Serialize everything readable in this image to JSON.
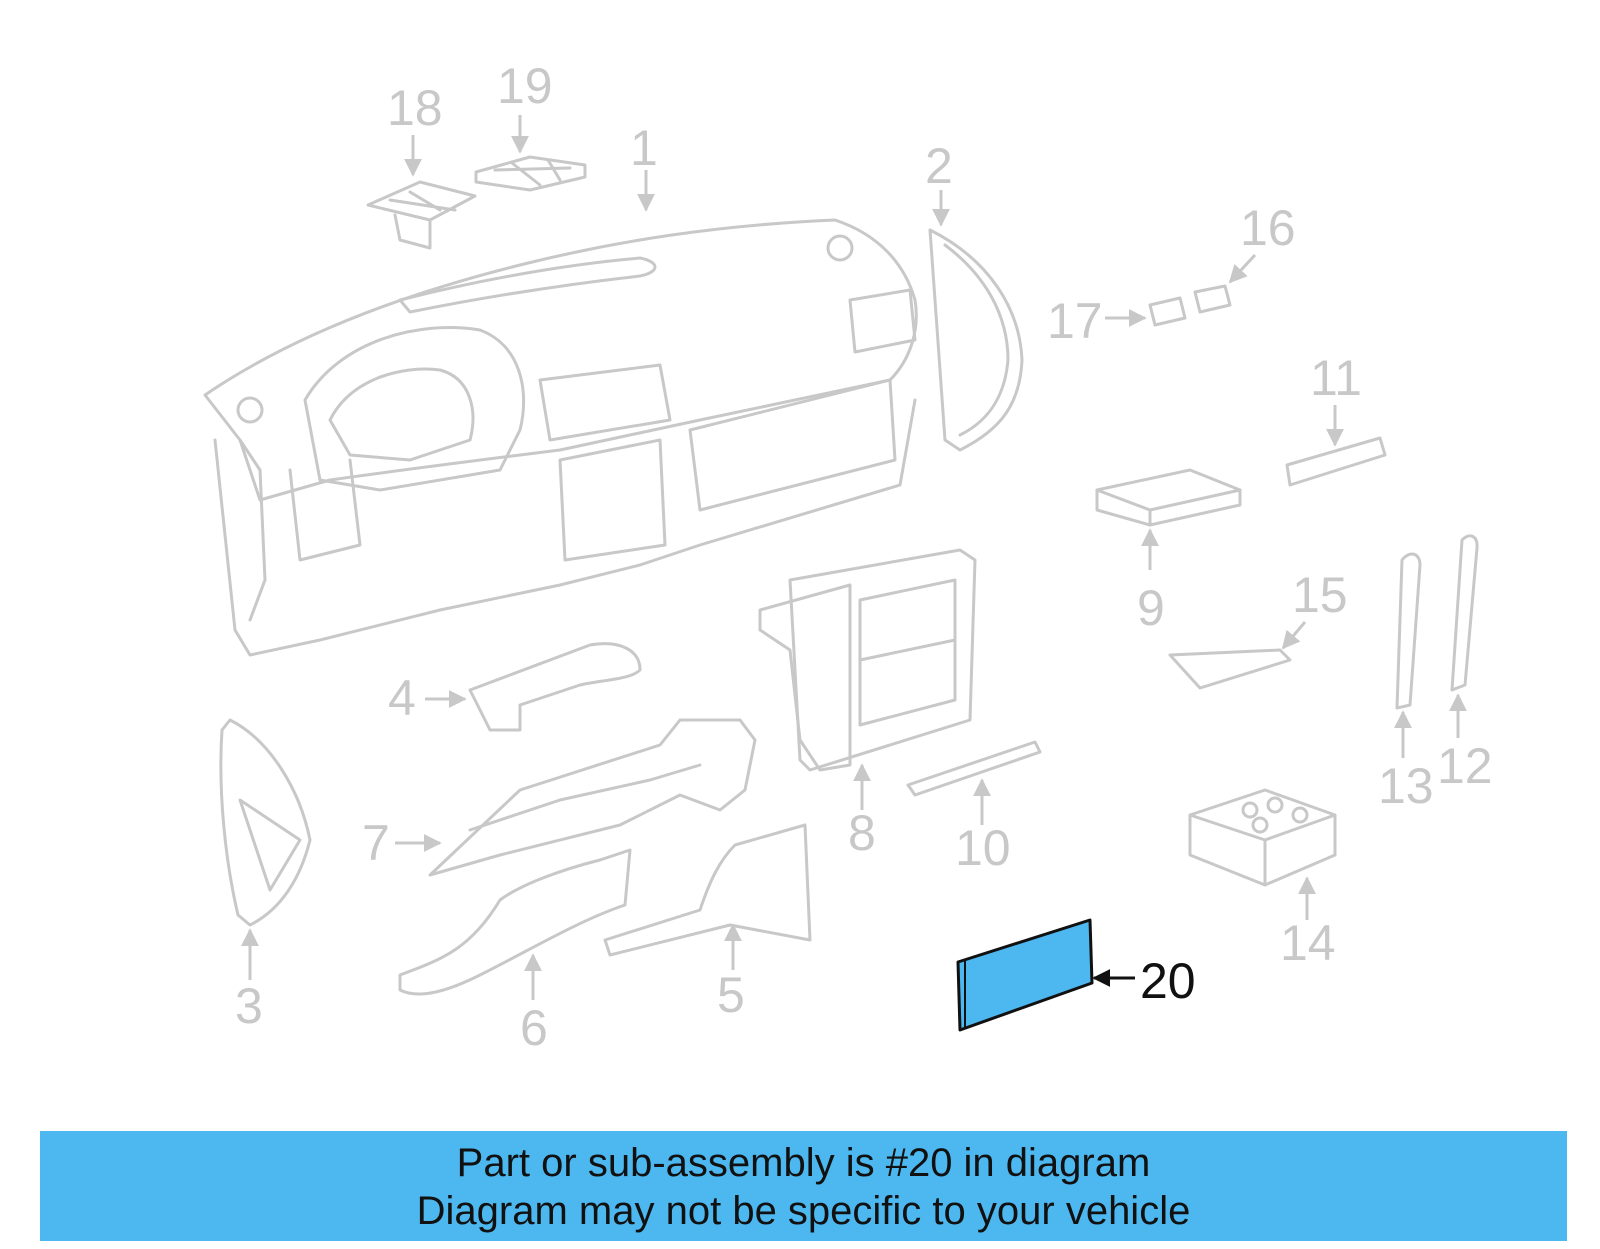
{
  "diagram": {
    "callouts": [
      "1",
      "2",
      "3",
      "4",
      "5",
      "6",
      "7",
      "8",
      "9",
      "10",
      "11",
      "12",
      "13",
      "14",
      "15",
      "16",
      "17",
      "18",
      "19",
      "20"
    ],
    "highlighted_callout": "20",
    "highlight_color": "#4db8f0",
    "part_stroke_color": "#c8c8c8"
  },
  "banner": {
    "line1": "Part or sub-assembly is #20 in diagram",
    "line2": "Diagram may not be specific to your vehicle",
    "background": "#4db8f0"
  }
}
